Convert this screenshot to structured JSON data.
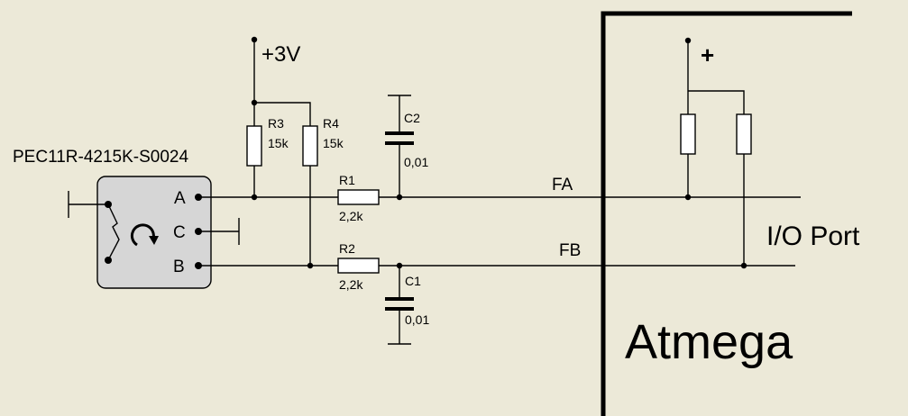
{
  "labels": {
    "supply": "+3V",
    "supply_mcu": "+",
    "encoder_part": "PEC11R-4215K-S0024",
    "pin_a": "A",
    "pin_c": "C",
    "pin_b": "B",
    "r3": {
      "name": "R3",
      "value": "15k"
    },
    "r4": {
      "name": "R4",
      "value": "15k"
    },
    "r1": {
      "name": "R1",
      "value": "2,2k"
    },
    "r2": {
      "name": "R2",
      "value": "2,2k"
    },
    "c2": {
      "name": "C2",
      "value": "0,01"
    },
    "c1": {
      "name": "C1",
      "value": "0,01"
    },
    "net_fa": "FA",
    "net_fb": "FB",
    "io_port": "I/O Port",
    "mcu": "Atmega"
  },
  "colors": {
    "background": "#ece9d8",
    "wire": "#000000",
    "encoder_body": "#d6d6d6"
  }
}
